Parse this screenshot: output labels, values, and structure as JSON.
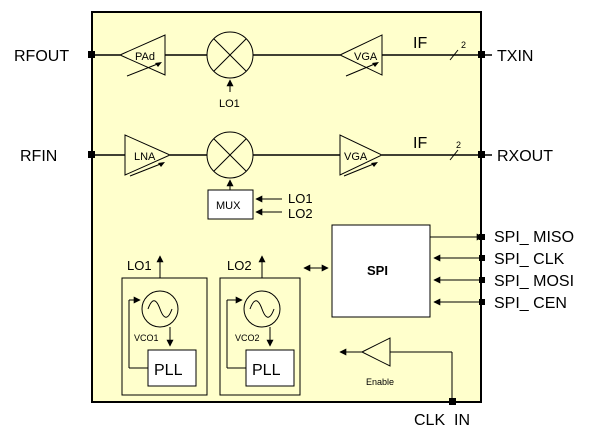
{
  "colors": {
    "chip_fill": "#ffffcc",
    "block_fill": "#ffffff",
    "amp_fill": "#ffffcc",
    "line": "#000000"
  },
  "ports": {
    "rfout": "RFOUT",
    "txin": "TXIN",
    "rfin": "RFIN",
    "rxout": "RXOUT",
    "spi_miso": "SPI_ MISO",
    "spi_clk": "SPI_ CLK",
    "spi_mosi": "SPI_ MOSI",
    "spi_cen": "SPI_ CEN",
    "clk_in": "CLK  IN"
  },
  "tx": {
    "pa_label": "PAd",
    "vga_label": "VGA",
    "lo_label": "LO1",
    "if_label": "IF",
    "bus_width": "2"
  },
  "rx": {
    "lna_label": "LNA",
    "vga_label": "VGA",
    "if_label": "IF",
    "bus_width": "2"
  },
  "mux": {
    "label": "MUX",
    "input1": "LO1",
    "input2": "LO2"
  },
  "spi": {
    "label": "SPI"
  },
  "synth1": {
    "lo_label": "LO1",
    "vco_label": "VCO1",
    "pll_label": "PLL"
  },
  "synth2": {
    "lo_label": "LO2",
    "vco_label": "VCO2",
    "pll_label": "PLL"
  },
  "clk_buffer": {
    "label": "Enable"
  },
  "icons": [
    "mixer-icon",
    "amplifier-icon",
    "sine-wave-icon",
    "arrow-icon"
  ]
}
